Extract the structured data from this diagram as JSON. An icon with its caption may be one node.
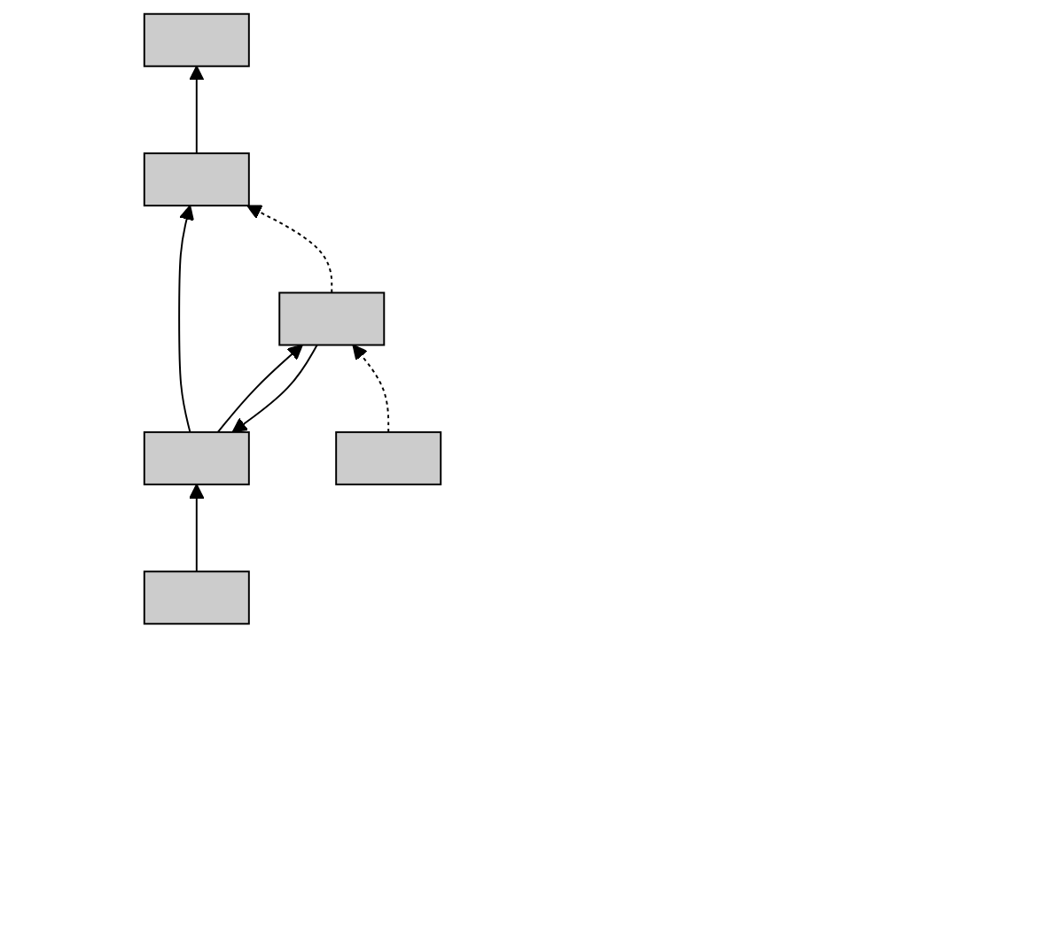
{
  "diagram": {
    "nodes": [
      {
        "text": [],
        "shape": "box"
      },
      {
        "text": [],
        "shape": "box"
      },
      {
        "text": [],
        "shape": "box"
      },
      {
        "text": [],
        "shape": "box"
      },
      {
        "text": [],
        "shape": "box"
      },
      {
        "text": [],
        "shape": "box"
      }
    ],
    "edges": [
      {
        "from": 1,
        "to": 0,
        "arrow": "to"
      },
      {
        "from": 2,
        "to": 1,
        "arrow": "to"
      },
      {
        "from": 3,
        "to": 1,
        "arrow": "to",
        "style": "dashed"
      },
      {
        "from": 2,
        "to": 3,
        "arrow": "to"
      },
      {
        "from": 3,
        "to": 2,
        "arrow": "to"
      },
      {
        "from": 4,
        "to": 2,
        "arrow": "to"
      },
      {
        "from": 5,
        "to": 3,
        "arrow": "to",
        "style": "dashed"
      }
    ]
  }
}
